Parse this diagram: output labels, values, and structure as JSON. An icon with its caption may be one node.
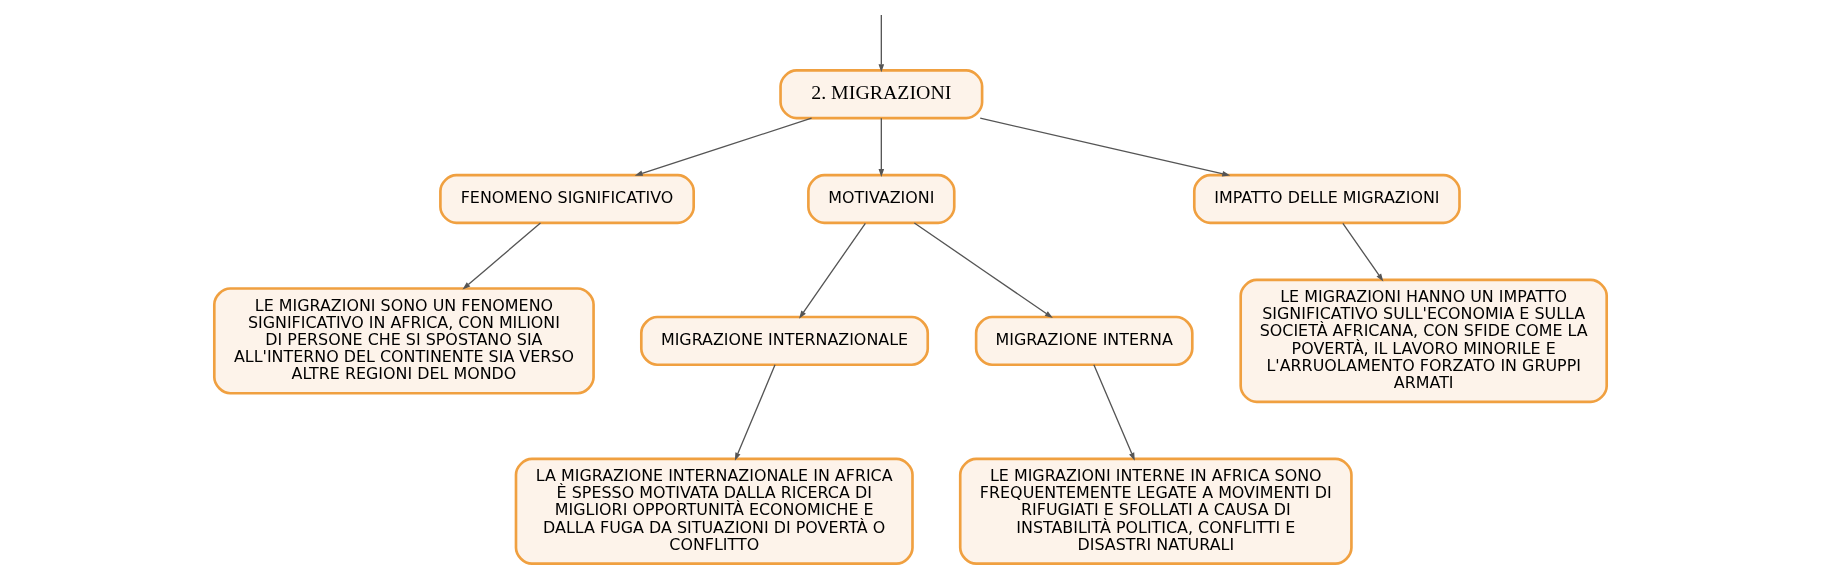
{
  "diagram": {
    "nodes": [
      {
        "text": [
          "2. MIGRAZIONI"
        ]
      },
      {
        "text": [
          "FENOMENO SIGNIFICATIVO"
        ]
      },
      {
        "text": [
          "MOTIVAZIONI"
        ]
      },
      {
        "text": [
          "IMPATTO DELLE MIGRAZIONI"
        ]
      },
      {
        "text": [
          "LE MIGRAZIONI SONO UN FENOMENO SIGNIFICATIVO IN AFRICA, CON MILIONI DI PERSONE CHE SI SPOSTANO SIA ALL'INTERNO DEL CONTINENTE SIA VERSO ALTRE REGIONI DEL MONDO"
        ]
      },
      {
        "text": [
          "MIGRAZIONE INTERNAZIONALE"
        ]
      },
      {
        "text": [
          "MIGRAZIONE INTERNA"
        ]
      },
      {
        "text": [
          "LE MIGRAZIONI HANNO UN IMPATTO SIGNIFICATIVO SULL'ECONOMIA E SULLA SOCIETÀ AFRICANA, CON SFIDE COME LA POVERTÀ, IL LAVORO MINORILE E L'ARRUOLAMENTO FORZATO IN GRUPPI ARMATI"
        ]
      },
      {
        "text": [
          "LA MIGRAZIONE INTERNAZIONALE IN AFRICA È SPESSO MOTIVATA DALLA RICERCA DI MIGLIORI OPPORTUNITÀ ECONOMICHE E DALLA FUGA DA SITUAZIONI DI POVERTÀ O CONFLITTO"
        ]
      },
      {
        "text": [
          "LE MIGRAZIONI INTERNE IN AFRICA SONO FREQUENTEMENTE LEGATE A MOVIMENTI DI RIFUGIATI E SFOLLATI A CAUSA DI INSTABILITÀ POLITICA, CONFLITTI E DISASTRI NATURALI"
        ]
      }
    ],
    "edges": [
      {
        "from": null,
        "to": 0,
        "arrow": "to"
      },
      {
        "from": 0,
        "to": 1,
        "arrow": "to"
      },
      {
        "from": 0,
        "to": 2,
        "arrow": "to"
      },
      {
        "from": 0,
        "to": 3,
        "arrow": "to"
      },
      {
        "from": 1,
        "to": 4,
        "arrow": "to"
      },
      {
        "from": 2,
        "to": 5,
        "arrow": "to"
      },
      {
        "from": 2,
        "to": 6,
        "arrow": "to"
      },
      {
        "from": 3,
        "to": 7,
        "arrow": "to"
      },
      {
        "from": 5,
        "to": 8,
        "arrow": "to"
      },
      {
        "from": 6,
        "to": 9,
        "arrow": "to"
      }
    ]
  }
}
